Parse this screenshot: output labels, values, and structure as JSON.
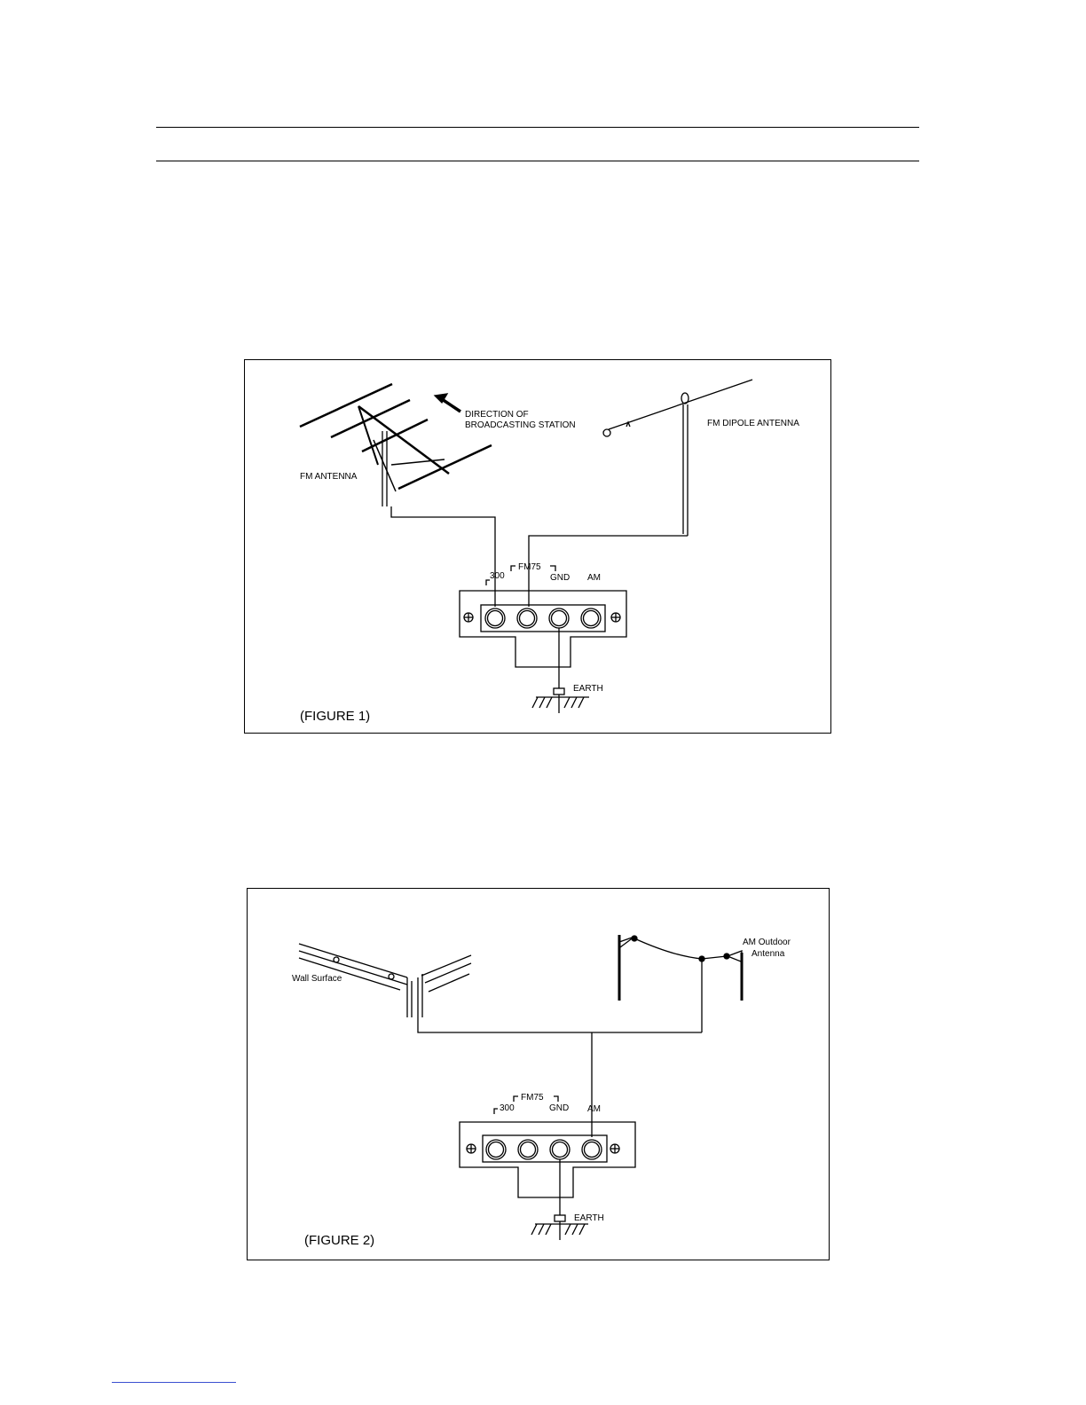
{
  "figure1": {
    "caption": "(FIGURE 1)",
    "labels": {
      "direction_line1": "DIRECTION OF",
      "direction_line2": "BROADCASTING STATION",
      "fm_dipole": "FM DIPOLE ANTENNA",
      "fm_antenna": "FM ANTENNA",
      "fm75": "FM75",
      "t300": "300",
      "gnd": "GND",
      "am": "AM",
      "earth": "EARTH"
    }
  },
  "figure2": {
    "caption": "(FIGURE 2)",
    "labels": {
      "wall_surface": "Wall Surface",
      "am_outdoor_line1": "AM Outdoor",
      "am_outdoor_line2": "Antenna",
      "fm75": "FM75",
      "t300": "300",
      "gnd": "GND",
      "am": "AM",
      "earth": "EARTH"
    }
  }
}
